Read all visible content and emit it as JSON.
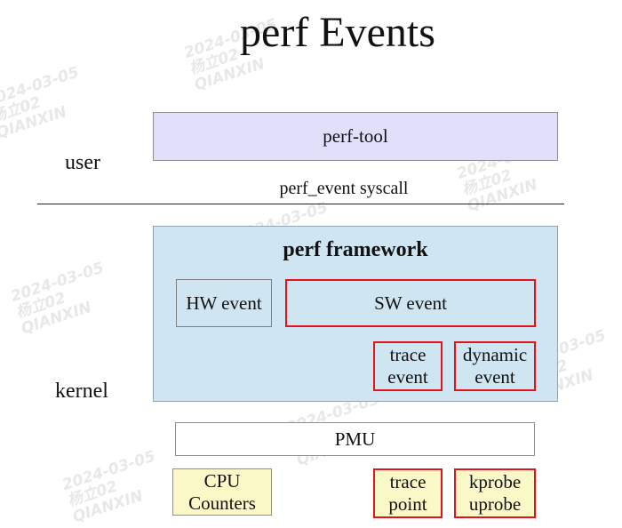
{
  "title": "perf Events",
  "labels": {
    "user": "user",
    "kernel": "kernel",
    "syscall": "perf_event syscall"
  },
  "boxes": {
    "perf_tool": "perf-tool",
    "framework": "perf framework",
    "hw_event": "HW event",
    "sw_event": "SW event",
    "trace_event": [
      "trace",
      "event"
    ],
    "dynamic_event": [
      "dynamic",
      "event"
    ],
    "pmu": "PMU",
    "cpu_counters": [
      "CPU",
      "Counters"
    ],
    "trace_point": [
      "trace",
      "point"
    ],
    "kprobe_uprobe": [
      "kprobe",
      "uprobe"
    ]
  },
  "watermark": [
    "2024-03-05",
    "杨立02",
    "QIANXIN"
  ],
  "colors": {
    "perf_tool_fill": "#e0e0fa",
    "framework_fill": "#cfe5f2",
    "hardware_fill": "#fbf8c8",
    "highlight_border": "#e0151b"
  }
}
